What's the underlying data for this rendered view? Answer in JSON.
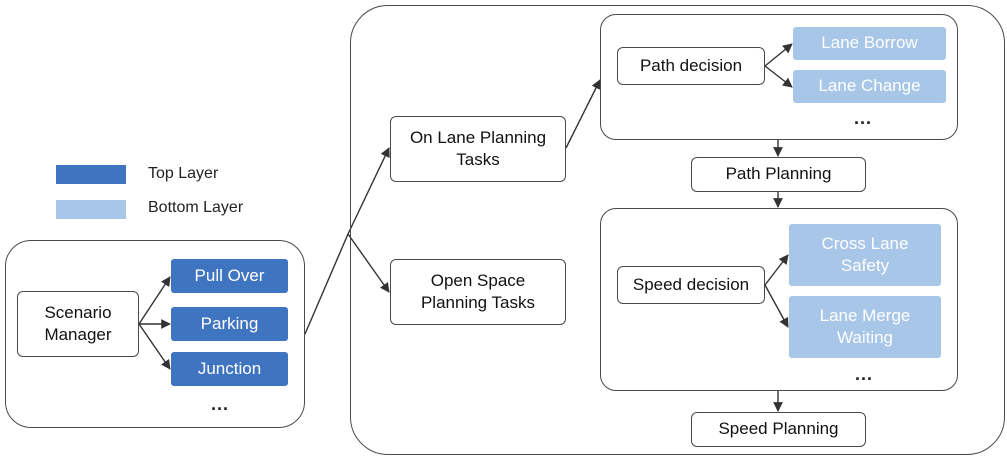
{
  "colors": {
    "top_layer": "#3f74c1",
    "bottom_layer": "#a7c6e8",
    "line": "#333333"
  },
  "legend": {
    "top_layer": "Top Layer",
    "bottom_layer": "Bottom Layer"
  },
  "scenario": {
    "manager": "Scenario\nManager",
    "items": [
      "Pull  Over",
      "Parking",
      "Junction"
    ],
    "more": "..."
  },
  "tasks": {
    "on_lane": "On Lane Planning\nTasks",
    "open_space": "Open Space\nPlanning Tasks"
  },
  "path": {
    "decision": "Path decision",
    "items": [
      "Lane Borrow",
      "Lane Change"
    ],
    "more": "...",
    "planning": "Path Planning"
  },
  "speed": {
    "decision": "Speed decision",
    "items": [
      "Cross Lane\nSafety",
      "Lane Merge\nWaiting"
    ],
    "more": "...",
    "planning": "Speed Planning"
  }
}
